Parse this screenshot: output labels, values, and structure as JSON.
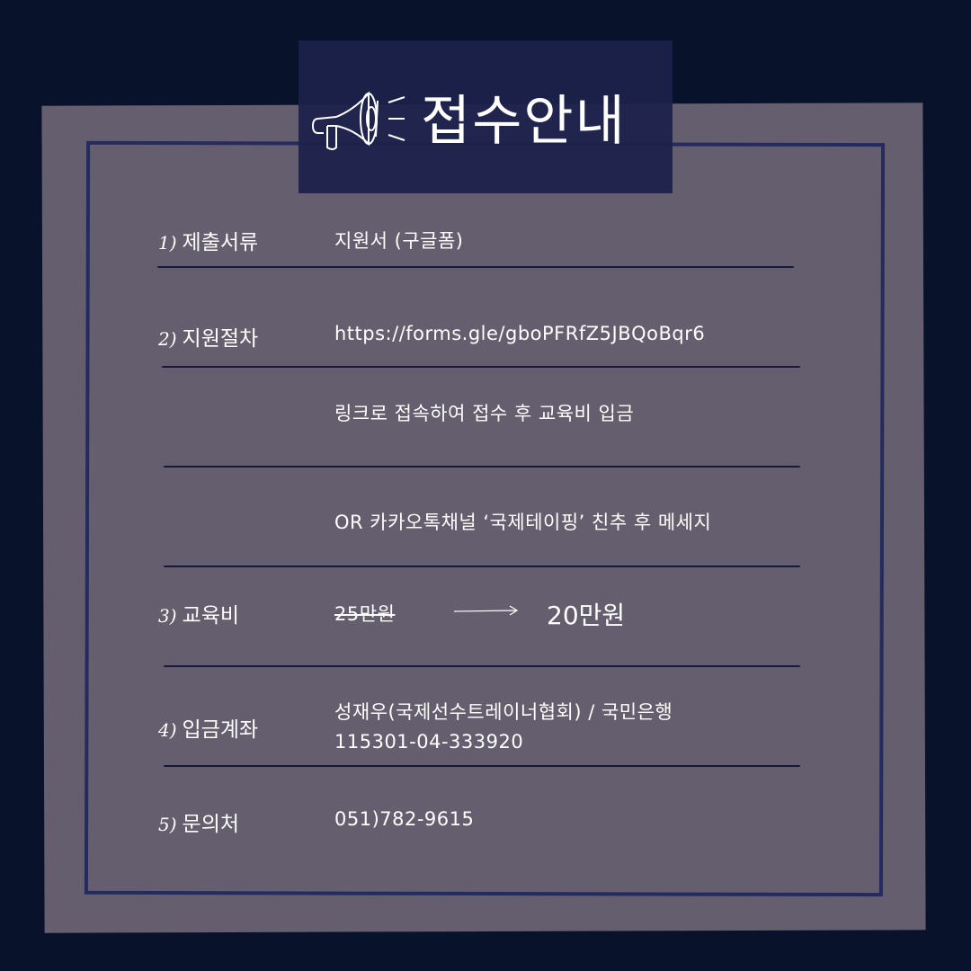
{
  "title": "접수안내",
  "rows": [
    {
      "num": "1)",
      "label": "제출서류",
      "value": "지원서 (구글폼)"
    },
    {
      "num": "2)",
      "label": "지원절차",
      "value": "https://forms.gle/gboPFRfZ5JBQoBqr6",
      "value2": "링크로 접속하여 접수 후 교육비 입금",
      "value3": "OR 카카오톡채널 ‘국제테이핑’ 친추 후 메세지"
    },
    {
      "num": "3)",
      "label": "교육비",
      "old_price": "25만원",
      "new_price": "20만원"
    },
    {
      "num": "4)",
      "label": "입금계좌",
      "value": "성재우(국제선수트레이너협회) / 국민은행",
      "value2": "115301-04-333920"
    },
    {
      "num": "5)",
      "label": "문의처",
      "value": "051)782-9615"
    }
  ]
}
